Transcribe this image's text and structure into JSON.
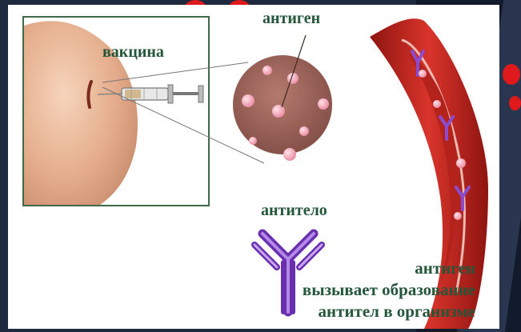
{
  "labels": {
    "vaccine": "вакцина",
    "antigen": "антиген",
    "antibody": "антитело"
  },
  "caption": {
    "line1": "антиген",
    "line2": "вызывает образование",
    "line3": "антител в организме"
  },
  "colors": {
    "label_text": "#24563a",
    "antigen_particle": "#f2aab8",
    "antigen_disc": "#9a5f55",
    "vessel": "#c0221d",
    "antibody": "#8a4bd0",
    "skin": "#e9b99a",
    "inset_border": "#3e6a4a"
  },
  "icons": [
    "syringe-icon",
    "antibody-icon",
    "blood-vessel-icon",
    "antigen-particle-icon"
  ]
}
